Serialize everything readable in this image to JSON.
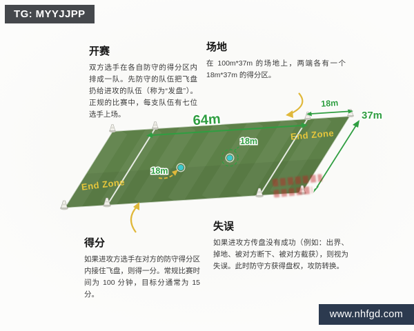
{
  "badges": {
    "telegram": "TG: MYYJJPP",
    "website": "www.nhfgd.com"
  },
  "sections": {
    "kickoff": {
      "title": "开赛",
      "body": "双方选手在各自防守的得分区内排成一队。先防守的队伍把飞盘扔给进攻的队伍（称为“发盘”）。正规的比赛中，每支队伍有七位选手上场。"
    },
    "field": {
      "title": "场地",
      "body": "在 100m*37m 的场地上，两端各有一个 18m*37m 的得分区。"
    },
    "score": {
      "title": "得分",
      "body": "如果进攻方选手在对方的防守得分区内接住飞盘，则得一分。常规比赛时间为 100 分钟，目标分通常为 15 分。"
    },
    "turnover": {
      "title": "失误",
      "body": "如果进攻方传盘没有成功（例如：出界、掉地、被对方断下、被对方截获），则视为失误。此时防守方获得盘权，攻防转换。"
    }
  },
  "diagram": {
    "labels": {
      "field_length": "64m",
      "field_width": "37m",
      "end_zone_depth_top": "18m",
      "end_zone_depth_mid": "18m",
      "end_zone_depth_left": "18m",
      "end_zone_left": "End Zone",
      "end_zone_right": "End Zone"
    },
    "colors": {
      "field_green": "#5d8048",
      "dimension_green": "#2f9e41",
      "accent_yellow": "#e0b83a",
      "disc_teal": "#3cc8cf",
      "badge_dark": "#45484c",
      "badge_navy": "#2c3a4f"
    }
  }
}
